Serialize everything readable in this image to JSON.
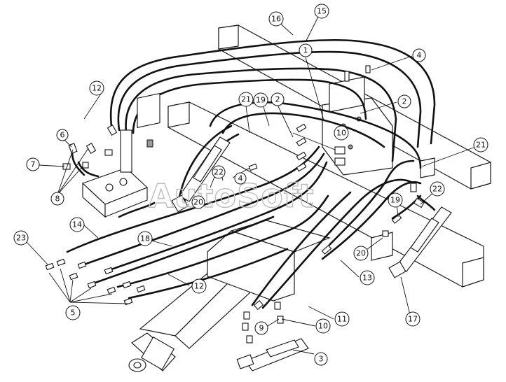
{
  "watermark": "AutoSoft",
  "callouts": [
    {
      "id": "c1",
      "label": "1"
    },
    {
      "id": "c2a",
      "label": "2"
    },
    {
      "id": "c2b",
      "label": "2"
    },
    {
      "id": "c3",
      "label": "3"
    },
    {
      "id": "c4a",
      "label": "4"
    },
    {
      "id": "c4b",
      "label": "4"
    },
    {
      "id": "c5",
      "label": "5"
    },
    {
      "id": "c6",
      "label": "6"
    },
    {
      "id": "c7",
      "label": "7"
    },
    {
      "id": "c8",
      "label": "8"
    },
    {
      "id": "c9",
      "label": "9"
    },
    {
      "id": "c10a",
      "label": "10"
    },
    {
      "id": "c10b",
      "label": "10"
    },
    {
      "id": "c11",
      "label": "11"
    },
    {
      "id": "c12a",
      "label": "12"
    },
    {
      "id": "c12b",
      "label": "12"
    },
    {
      "id": "c13",
      "label": "13"
    },
    {
      "id": "c14",
      "label": "14"
    },
    {
      "id": "c15",
      "label": "15"
    },
    {
      "id": "c16",
      "label": "16"
    },
    {
      "id": "c17",
      "label": "17"
    },
    {
      "id": "c18",
      "label": "18"
    },
    {
      "id": "c19a",
      "label": "19"
    },
    {
      "id": "c19b",
      "label": "19"
    },
    {
      "id": "c20a",
      "label": "20"
    },
    {
      "id": "c20b",
      "label": "20"
    },
    {
      "id": "c21a",
      "label": "21"
    },
    {
      "id": "c21b",
      "label": "21"
    },
    {
      "id": "c22a",
      "label": "22"
    },
    {
      "id": "c22b",
      "label": "22"
    },
    {
      "id": "c23",
      "label": "23"
    }
  ]
}
